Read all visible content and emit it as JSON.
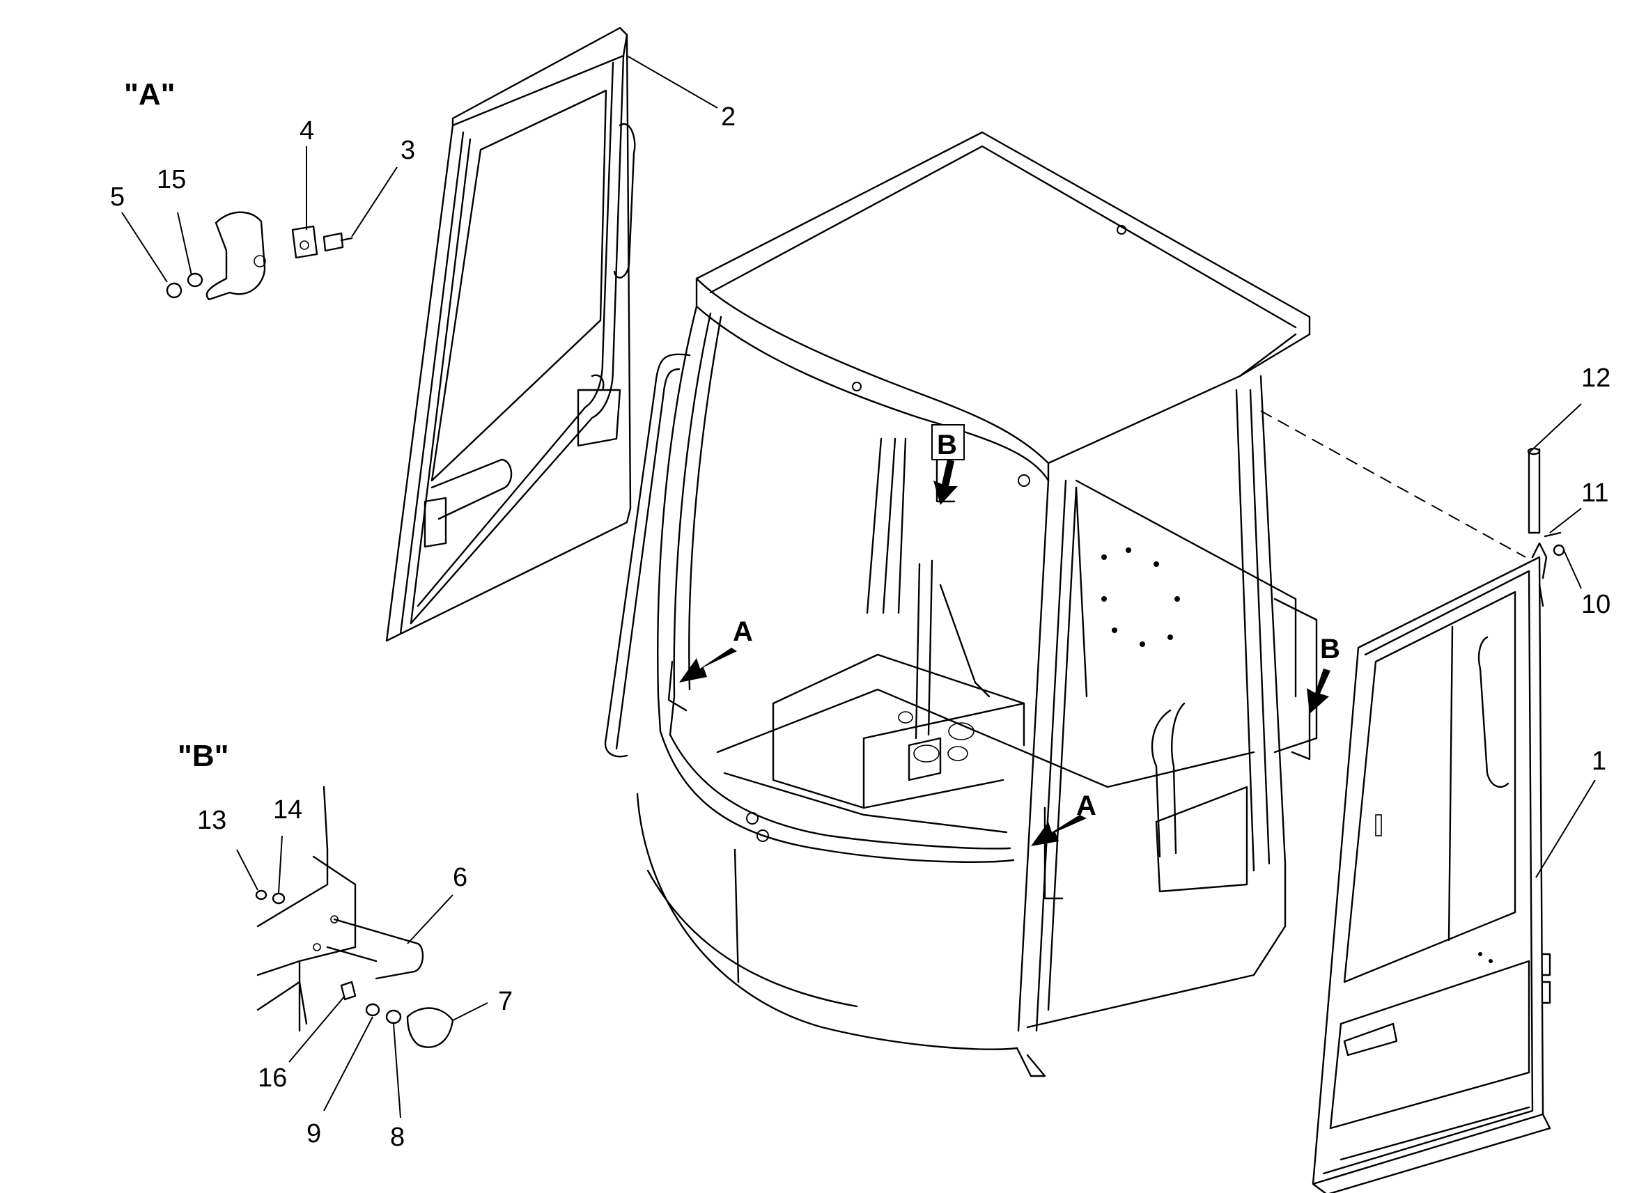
{
  "views": {
    "detail_a": "\"A\"",
    "detail_b": "\"B\""
  },
  "callouts": {
    "c1": "1",
    "c2": "2",
    "c3": "3",
    "c4": "4",
    "c5": "5",
    "c6": "6",
    "c7": "7",
    "c8": "8",
    "c9": "9",
    "c10": "10",
    "c11": "11",
    "c12": "12",
    "c13": "13",
    "c14": "14",
    "c15": "15",
    "c16": "16"
  },
  "markers": {
    "a_left": "A",
    "a_front": "A",
    "b_top": "B",
    "b_right": "B"
  }
}
